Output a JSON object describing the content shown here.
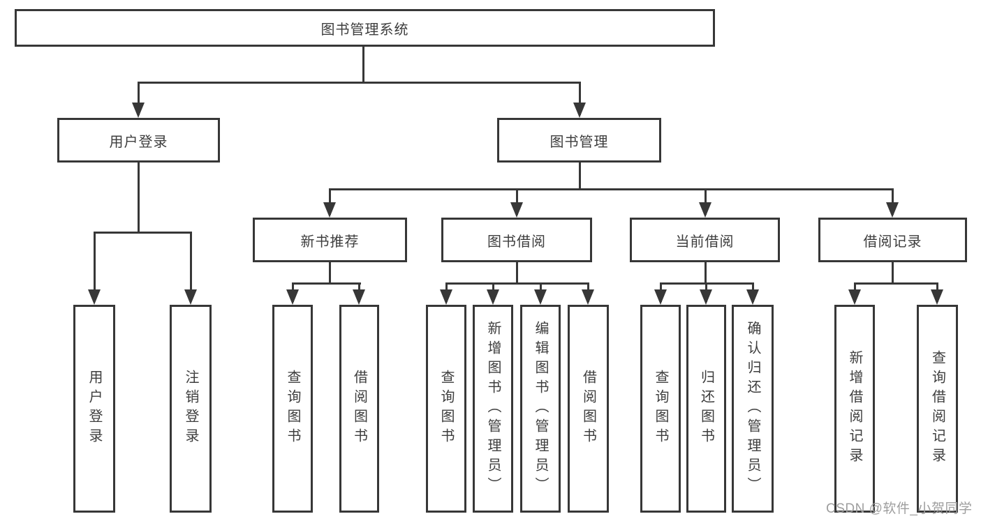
{
  "diagram": {
    "watermark": "CSDN @软件_小贺同学",
    "colors": {
      "line": "#373737",
      "text": "#3d3d3d",
      "watermark": "#9e9e9e",
      "background": "#ffffff"
    },
    "tree": {
      "root": {
        "label": "图书管理系统",
        "children": [
          {
            "label": "用户登录",
            "children": [
              {
                "label": "用户登录"
              },
              {
                "label": "注销登录"
              }
            ]
          },
          {
            "label": "图书管理",
            "children": [
              {
                "label": "新书推荐",
                "children": [
                  {
                    "label": "查询图书"
                  },
                  {
                    "label": "借阅图书"
                  }
                ]
              },
              {
                "label": "图书借阅",
                "children": [
                  {
                    "label": "查询图书"
                  },
                  {
                    "label": "新增图书（管理员）"
                  },
                  {
                    "label": "编辑图书（管理员）"
                  },
                  {
                    "label": "借阅图书"
                  }
                ]
              },
              {
                "label": "当前借阅",
                "children": [
                  {
                    "label": "查询图书"
                  },
                  {
                    "label": "归还图书"
                  },
                  {
                    "label": "确认归还（管理员）"
                  }
                ]
              },
              {
                "label": "借阅记录",
                "children": [
                  {
                    "label": "新增借阅记录"
                  },
                  {
                    "label": "查询借阅记录"
                  }
                ]
              }
            ]
          }
        ]
      }
    }
  }
}
